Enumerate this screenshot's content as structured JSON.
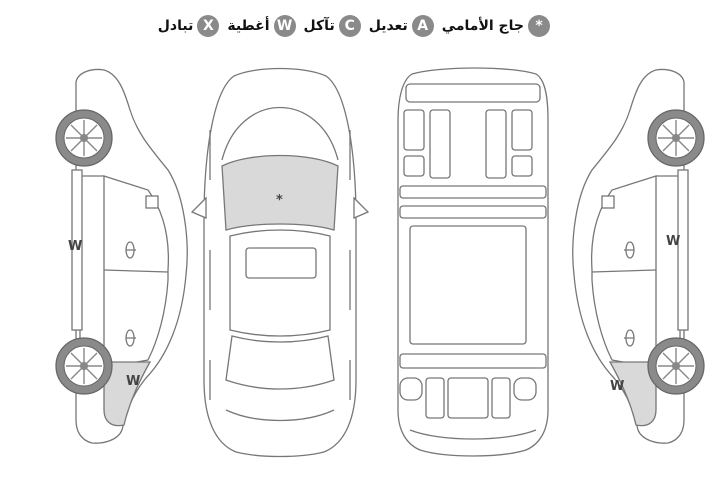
{
  "legend": [
    {
      "symbol": "*",
      "label": "جاج الأمامي"
    },
    {
      "symbol": "A",
      "label": "تعديل"
    },
    {
      "symbol": "C",
      "label": "تآكل"
    },
    {
      "symbol": "W",
      "label": "أغطية"
    },
    {
      "symbol": "X",
      "label": "تبادل"
    }
  ],
  "marks": {
    "windshield": "*",
    "left_side_upper": "W",
    "left_side_lower": "W",
    "right_side_upper": "W",
    "right_side_lower": "W"
  },
  "colors": {
    "badge": "#8a8a8a",
    "outline": "#777777",
    "damaged_fill": "#d9d9d9"
  }
}
